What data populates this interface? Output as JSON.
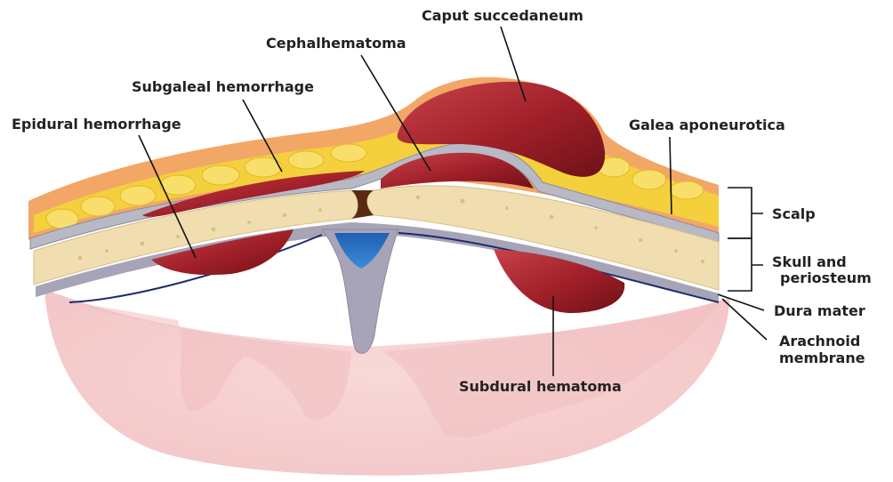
{
  "labels": {
    "caput_succedaneum": "Caput succedaneum",
    "cephalhematoma": "Cephalhematoma",
    "subgaleal_hemorrhage": "Subgaleal hemorrhage",
    "epidural_hemorrhage": "Epidural hemorrhage",
    "galea_aponeurotica": "Galea aponeurotica",
    "scalp": "Scalp",
    "skull_line1": "Skull and",
    "skull_line2": "periosteum",
    "dura_mater": "Dura mater",
    "arachnoid_line1": "Arachnoid",
    "arachnoid_line2": "membrane",
    "subdural_hematoma": "Subdural hematoma"
  },
  "colors": {
    "brain": "#f6d1d2",
    "brain_light": "#fbe5e6",
    "scalp_orange": "#f2a766",
    "scalp_fat": "#f4d13c",
    "skull": "#f0ddb0",
    "dura": "#a7a4b7",
    "blood": "#a7272f",
    "sinus": "#2f79c4"
  }
}
